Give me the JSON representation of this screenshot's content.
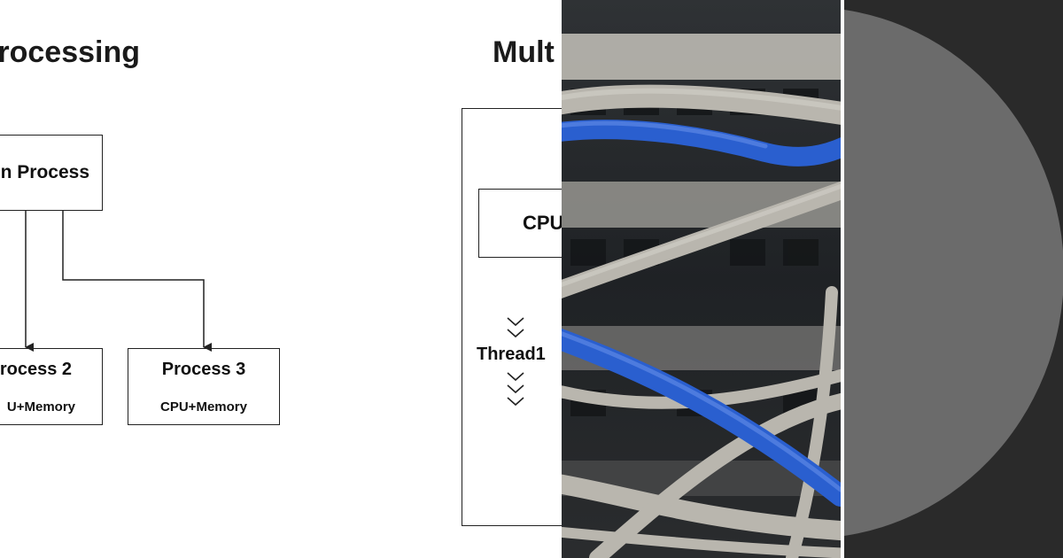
{
  "multiprocessing": {
    "title": "rocessing",
    "main_process_label": "n Process",
    "process2": {
      "title": "rocess 2",
      "subtitle": "U+Memory"
    },
    "process3": {
      "title": "Process 3",
      "subtitle": "CPU+Memory"
    }
  },
  "multithreading": {
    "title": "Mult",
    "cpu_label": "CPU",
    "thread_label": "Thread1"
  },
  "colors": {
    "background": "#ffffff",
    "ink": "#222222",
    "cable_blue": "#2a5fcf",
    "cable_gray": "#b9b6ae",
    "dark_panel": "#2a2a2a",
    "half_circle": "#6b6b6b"
  }
}
